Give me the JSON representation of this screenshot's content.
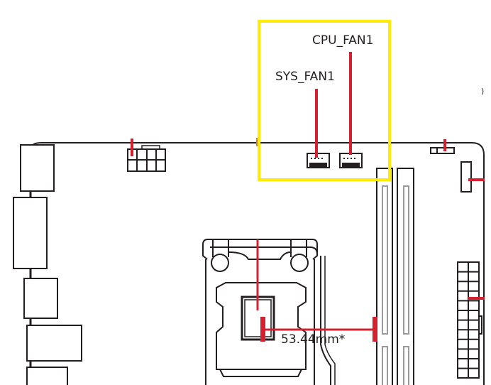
{
  "labels": {
    "cpu_fan": "CPU_FAN1",
    "sys_fan": "SYS_FAN1",
    "dimension": "53.44mm*",
    "edge_mark": ")"
  },
  "colors": {
    "highlight": "#ffeb00",
    "callout": "#d6202f",
    "outline": "#231f20",
    "slot_inner": "#9a9a9a"
  }
}
